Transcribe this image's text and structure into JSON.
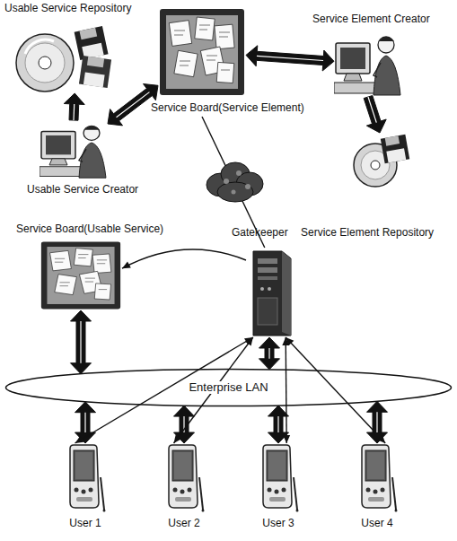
{
  "diagram": {
    "nodes": [
      {
        "text": [
          "Usable Service Repository"
        ]
      },
      {
        "text": [
          "Service Board(Service Element)"
        ]
      },
      {
        "text": [
          "Service Element Creator"
        ]
      },
      {
        "text": [
          "Usable Service Creator"
        ]
      },
      {
        "text": [
          "Service Element Repository"
        ]
      },
      {
        "text": [
          "Gatekeeper"
        ]
      },
      {
        "text": [
          "Service Board(Usable Service)"
        ]
      },
      {
        "text": [
          "Enterprise LAN"
        ]
      },
      {
        "text": [
          "User 1"
        ]
      },
      {
        "text": [
          "User 2"
        ]
      },
      {
        "text": [
          "User 3"
        ]
      },
      {
        "text": [
          "User 4"
        ]
      }
    ],
    "edges": [
      {
        "from": 3,
        "to": 0,
        "arrow": "to"
      },
      {
        "from": 3,
        "to": 1,
        "arrow": "both"
      },
      {
        "from": 1,
        "to": 2,
        "arrow": "both"
      },
      {
        "from": 2,
        "to": 4,
        "arrow": "to"
      },
      {
        "from": 1,
        "to": 5,
        "arrow": "none"
      },
      {
        "from": 5,
        "to": 6,
        "arrow": "to"
      },
      {
        "from": 6,
        "to": 7,
        "arrow": "both"
      },
      {
        "from": 5,
        "to": 7,
        "arrow": "both"
      },
      {
        "from": 7,
        "to": 8,
        "arrow": "both"
      },
      {
        "from": 7,
        "to": 9,
        "arrow": "both"
      },
      {
        "from": 7,
        "to": 10,
        "arrow": "both"
      },
      {
        "from": 7,
        "to": 11,
        "arrow": "both"
      },
      {
        "from": 5,
        "to": 8,
        "arrow": "both"
      },
      {
        "from": 5,
        "to": 9,
        "arrow": "both"
      },
      {
        "from": 5,
        "to": 10,
        "arrow": "both"
      },
      {
        "from": 5,
        "to": 11,
        "arrow": "both"
      }
    ]
  }
}
